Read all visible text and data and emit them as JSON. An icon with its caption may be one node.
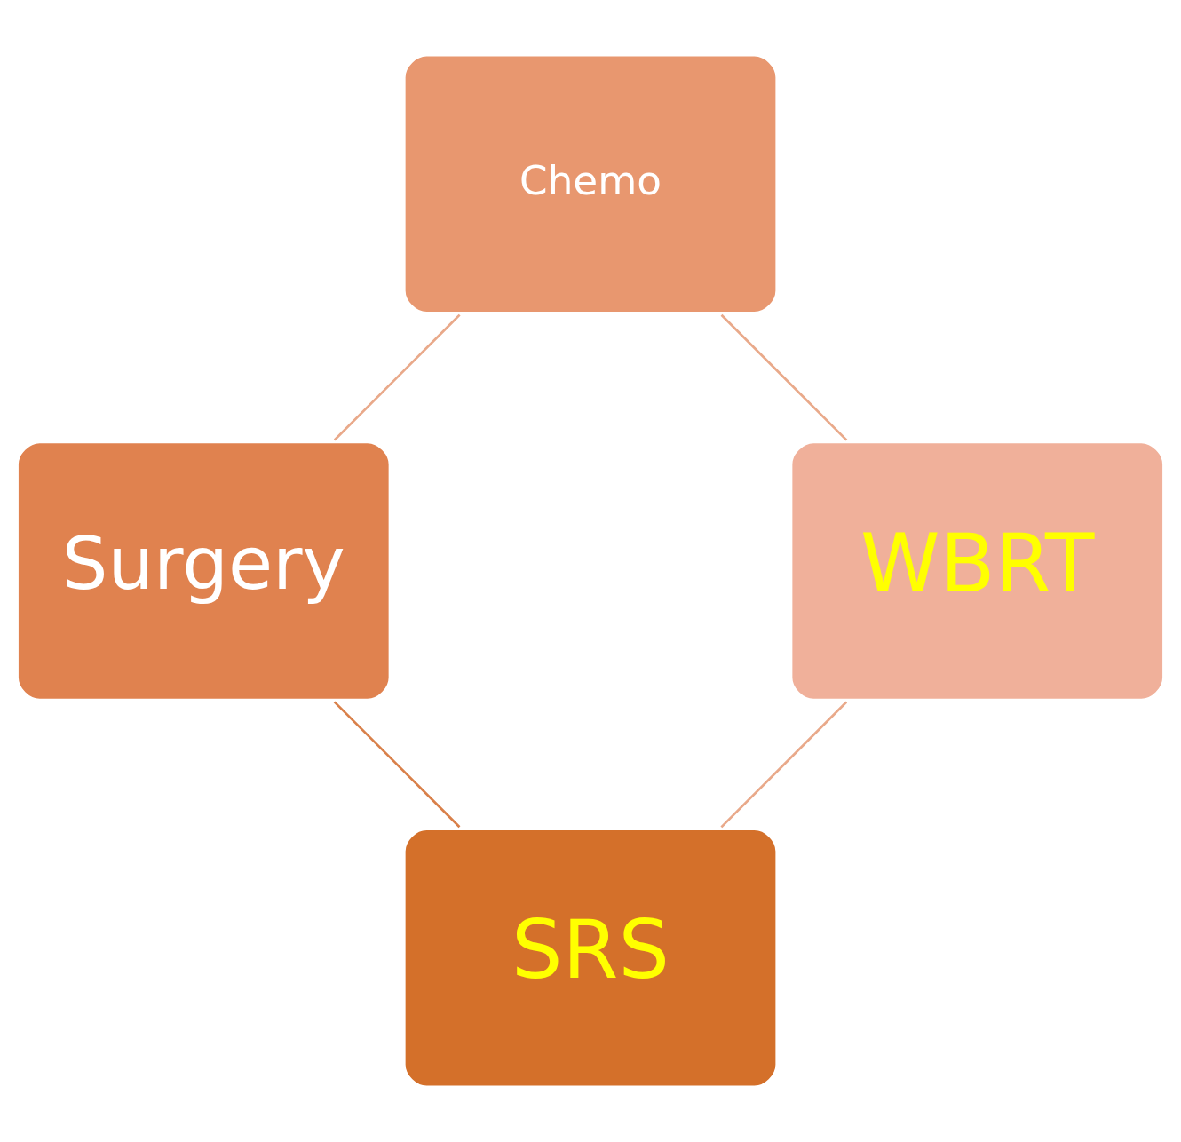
{
  "diagram": {
    "nodes": [
      {
        "text": [
          "SRS"
        ]
      },
      {
        "text": [
          "WBRT"
        ]
      },
      {
        "text": [
          "Surgery"
        ]
      },
      {
        "text": [
          "Chemo"
        ]
      }
    ],
    "edges": [
      {
        "from": 0,
        "to": 2,
        "arrow": "none",
        "color": "#d9804a"
      },
      {
        "from": 2,
        "to": 3,
        "arrow": "none"
      },
      {
        "from": 3,
        "to": 1,
        "arrow": "none"
      },
      {
        "from": 1,
        "to": 0,
        "arrow": "none"
      }
    ]
  }
}
